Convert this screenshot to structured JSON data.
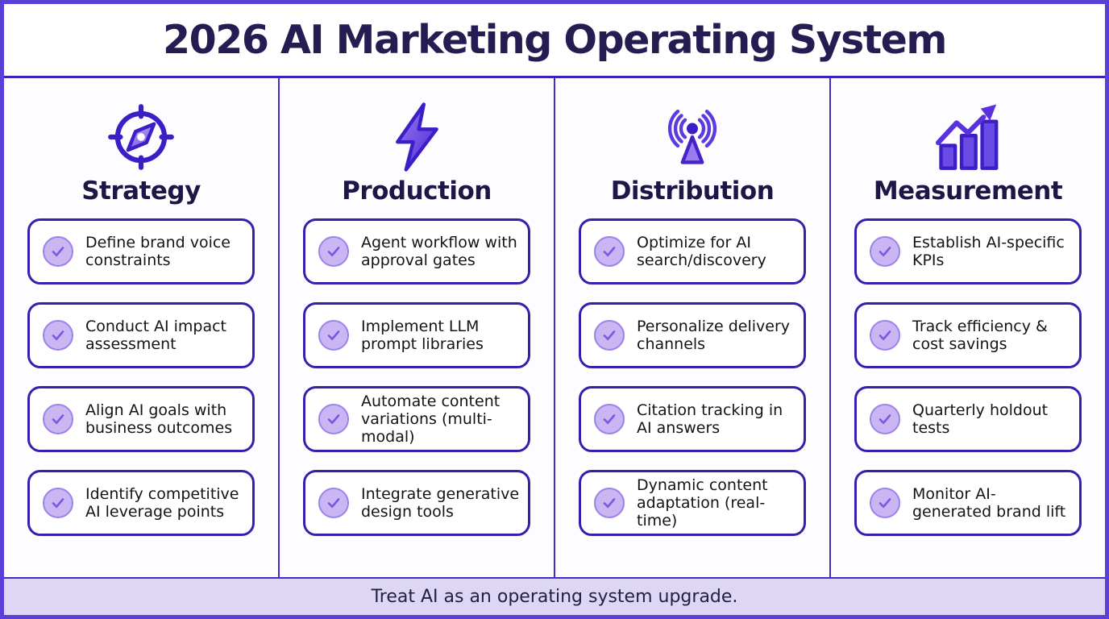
{
  "title": "2026 AI Marketing Operating System",
  "footer": {
    "text": "Treat AI as an operating system upgrade."
  },
  "colors": {
    "outer_border": "#5a3fd8",
    "divider": "#4a2ac6",
    "card_border": "#371fae",
    "title_navy": "#251c52",
    "column_title_navy": "#1d1646",
    "icon_purple_dark": "#3c1ec6",
    "icon_purple_mid": "#6b4be5",
    "icon_purple_light": "#9b7bf0",
    "check_fill": "#c9b6f2",
    "check_border": "#9c82e9",
    "check_mark": "#7b58de",
    "footer_bg": "#ddd7f5",
    "body_text": "#141414"
  },
  "columns": [
    {
      "label": "Strategy",
      "icon": "compass-icon",
      "items": [
        "Define brand voice constraints",
        "Conduct AI impact assessment",
        "Align AI goals with business outcomes",
        "Identify competitive AI leverage points"
      ]
    },
    {
      "label": "Production",
      "icon": "lightning-icon",
      "items": [
        "Agent workflow with approval gates",
        "Implement LLM prompt libraries",
        "Automate content variations (multi-modal)",
        "Integrate generative design tools"
      ]
    },
    {
      "label": "Distribution",
      "icon": "antenna-icon",
      "items": [
        "Optimize for AI search/discovery",
        "Personalize delivery channels",
        "Citation tracking in AI answers",
        "Dynamic content adaptation (real-time)"
      ]
    },
    {
      "label": "Measurement",
      "icon": "bar-chart-icon",
      "items": [
        "Establish AI-specific KPIs",
        "Track efficiency & cost savings",
        "Quarterly holdout tests",
        "Monitor AI-generated brand lift"
      ]
    }
  ]
}
